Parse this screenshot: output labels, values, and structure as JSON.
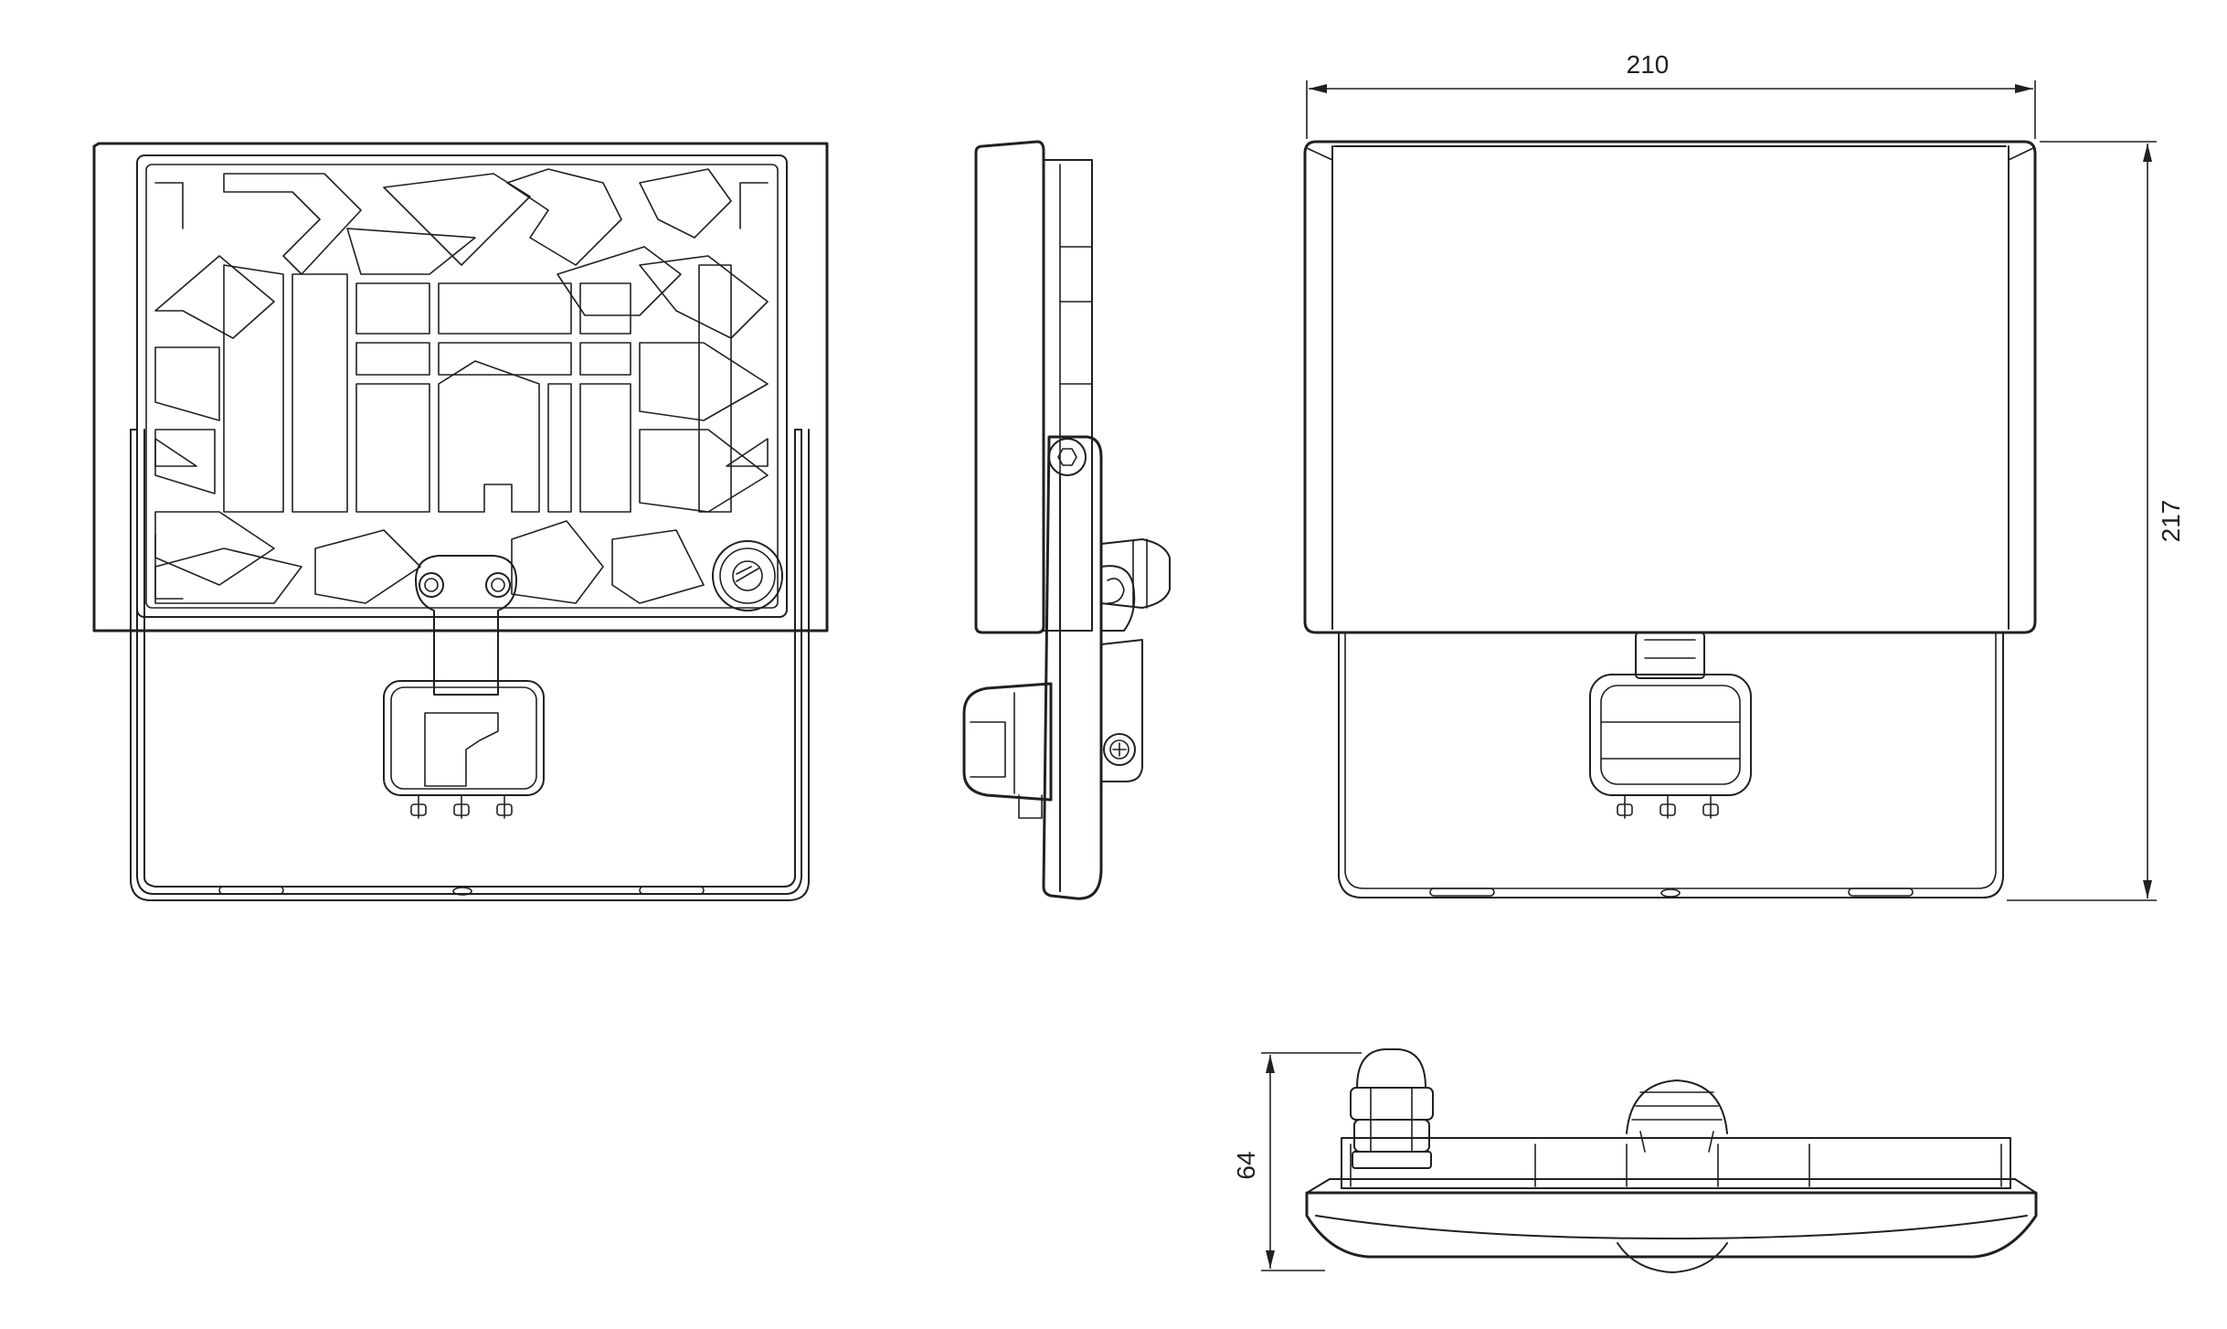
{
  "dimensions": {
    "width_label": "210",
    "height_label": "217",
    "depth_label": "64"
  },
  "colors": {
    "line": "#231f20",
    "background": "#ffffff"
  }
}
